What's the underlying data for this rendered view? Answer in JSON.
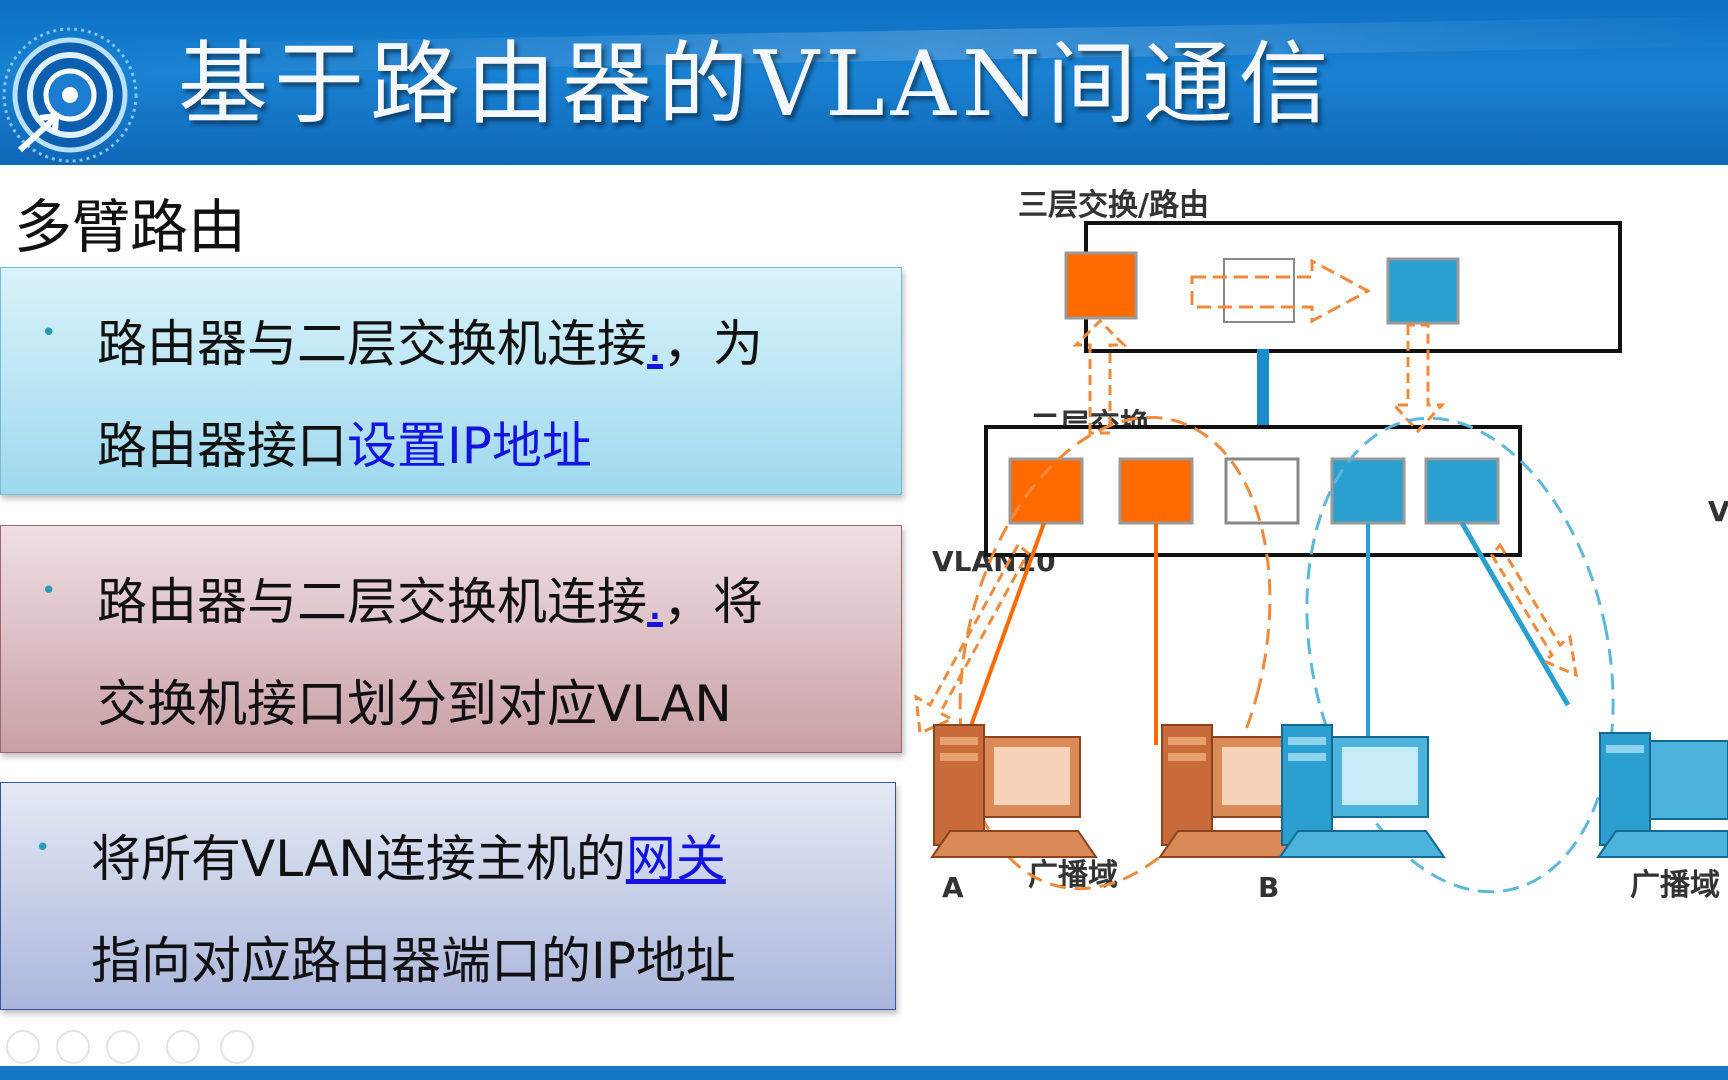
{
  "header": {
    "title": "基于路由器的VLAN间通信",
    "logo_icon": "swirl-arrow-logo"
  },
  "slide": {
    "subtitle": "多臂路由",
    "bullets": [
      {
        "line1": "路由器与二层交换机连接",
        "line1_link": ".",
        "line1_tail": "，为",
        "line2_plain": "路由器接口",
        "line2_link": "设置IP地址"
      },
      {
        "line1": "路由器与二层交换机连接",
        "line1_link": ".",
        "line1_tail": "，将",
        "line2_plain": "交换机接口划分到对应VLAN"
      },
      {
        "line1_plain": "将所有VLAN连接主机的",
        "line1_link": "网关",
        "line2_plain": "指向对应路由器端口的IP地址"
      }
    ]
  },
  "diagram": {
    "labels": {
      "l3": "三层交换/路由",
      "l2": "二层交换",
      "vlan_left": "VLAN10",
      "vlan_right": "V",
      "host_a": "A",
      "host_b": "B",
      "broadcast_left": "广播域",
      "broadcast_right": "广播域"
    },
    "colors": {
      "orange": "#ff6a00",
      "blue": "#2aa0d0",
      "dash_orange": "#f08a3a",
      "dash_blue": "#5bb8dc"
    }
  },
  "nav": {
    "icons": [
      "previous-icon",
      "pen-icon",
      "slides-icon",
      "zoom-icon",
      "more-icon"
    ]
  }
}
